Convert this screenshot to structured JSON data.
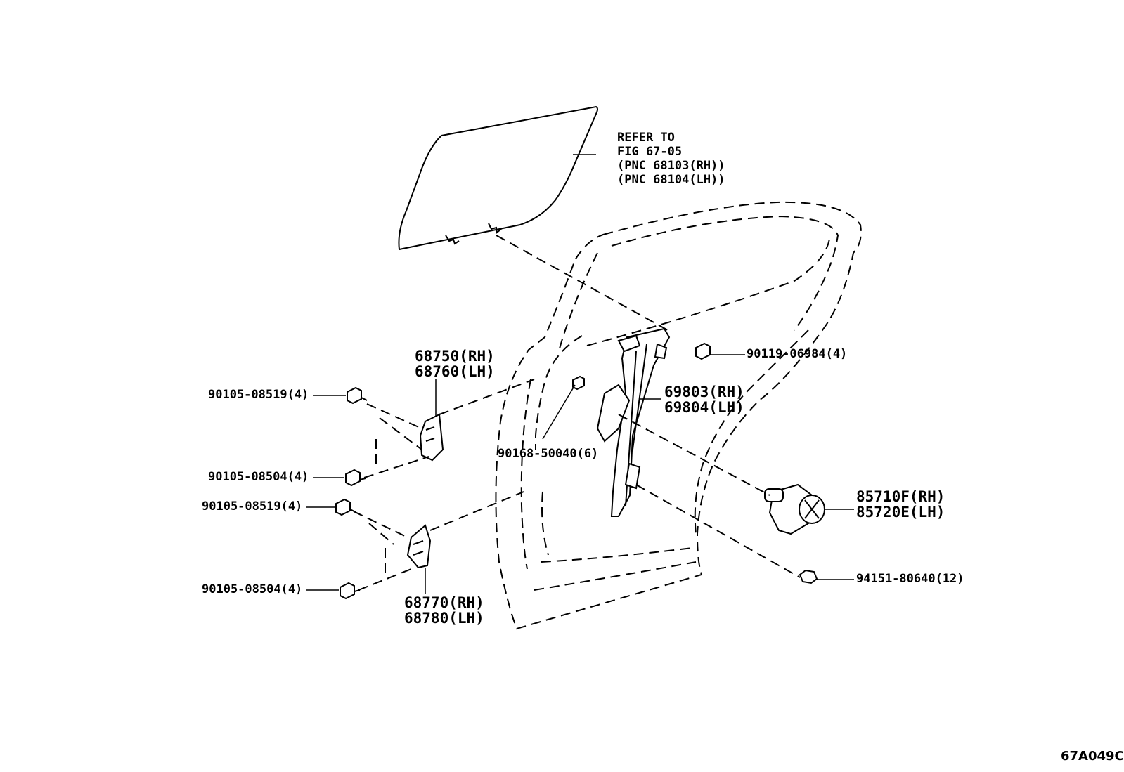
{
  "refer_note": {
    "line1": "REFER TO",
    "line2": "FIG 67-05",
    "line3": "(PNC 68103(RH))",
    "line4": "(PNC 68104(LH))"
  },
  "parts": {
    "hinge_upper_rh": "68750(RH)",
    "hinge_upper_lh": "68760(LH)",
    "hinge_lower_rh": "68770(RH)",
    "hinge_lower_lh": "68780(LH)",
    "bolt_upper_1": "90105-08519(4)",
    "bolt_upper_2": "90105-08504(4)",
    "bolt_lower_1": "90105-08519(4)",
    "bolt_lower_2": "90105-08504(4)",
    "bolt_glass": "90119-06984(4)",
    "regulator_rh": "69803(RH)",
    "regulator_lh": "69804(LH)",
    "bolt_regulator": "90168-50040(6)",
    "motor_rh": "85710F(RH)",
    "motor_lh": "85720E(LH)",
    "nut": "94151-80640(12)"
  },
  "figure_code": "67A049C"
}
